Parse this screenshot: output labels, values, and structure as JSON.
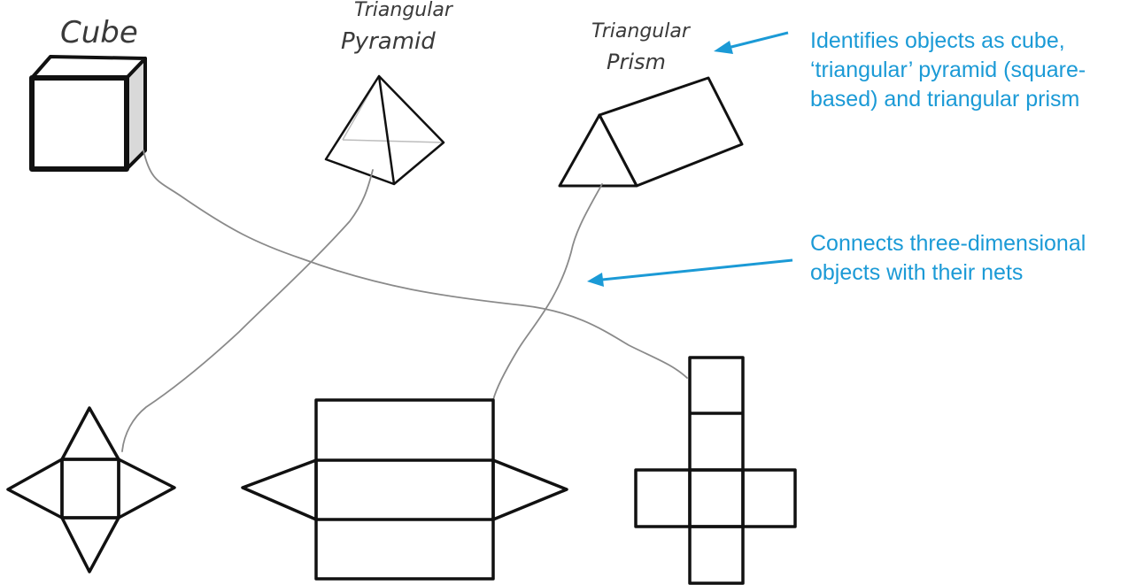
{
  "labels": {
    "cube": "Cube",
    "triangular_pyramid_line1": "Triangular",
    "triangular_pyramid_line2": "Pyramid",
    "triangular_prism_line1": "Triangular",
    "triangular_prism_line2": "Prism"
  },
  "annotations": {
    "identifies": "Identifies objects as cube,\n‘triangular’ pyramid (square-\nbased) and triangular prism",
    "connects": "Connects three-dimensional\nobjects with their nets"
  },
  "colors": {
    "annotation": "#1b9ad6",
    "shape_stroke": "#111111",
    "connector": "#8a8a8a",
    "cube_shade": "#d9d9d9"
  },
  "objects_3d": [
    "cube",
    "pyramid-square-based",
    "triangular-prism"
  ],
  "nets": [
    "pyramid-net",
    "triangular-prism-net",
    "cube-net"
  ],
  "connections": [
    {
      "object": "cube",
      "net": "cube-net"
    },
    {
      "object": "pyramid-square-based",
      "net": "pyramid-net"
    },
    {
      "object": "triangular-prism",
      "net": "triangular-prism-net"
    }
  ]
}
